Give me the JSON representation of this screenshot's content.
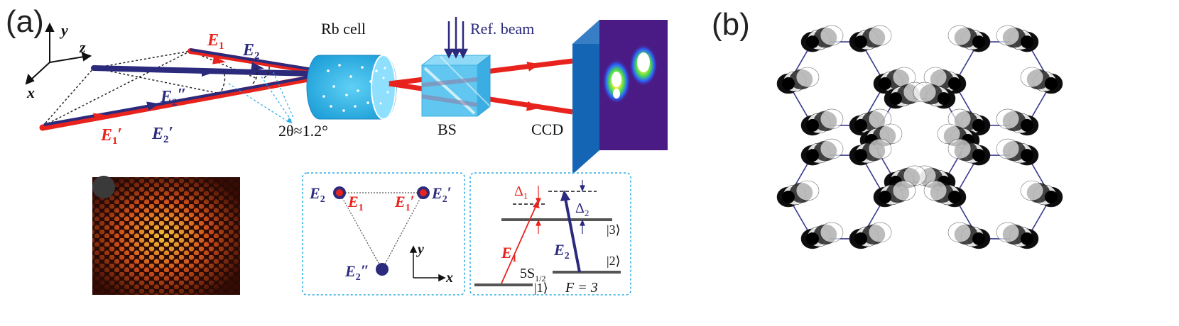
{
  "panels": {
    "a": "(a)",
    "b": "(b)"
  },
  "axes3d": {
    "y": "y",
    "z": "z",
    "x": "x"
  },
  "fields": {
    "E1": "E",
    "E1_sub": "1",
    "E2": "E",
    "E2_sub": "2",
    "E2pp": "E",
    "E2pp_sub": "2",
    "E2pp_prime": "″",
    "E1p": "E",
    "E1p_sub": "1",
    "E1p_prime": "′",
    "E2p": "E",
    "E2p_sub": "2",
    "E2p_prime": "′"
  },
  "angle_label": "2θ≈1.2°",
  "rb_cell": "Rb cell",
  "ref_beam": "Ref. beam",
  "bs": "BS",
  "ccd": "CCD",
  "triangle": {
    "axis_y": "y",
    "axis_x": "x"
  },
  "levels": {
    "delta1": "Δ",
    "delta1_sub": "1",
    "delta2": "Δ",
    "delta2_sub": "2",
    "state3": "|3⟩",
    "state2": "|2⟩",
    "state1": "|1⟩",
    "s_half": "5S",
    "s_half_sub": "1/2",
    "F": "F = 3"
  },
  "colors": {
    "red": "#e8231d",
    "navy": "#2b2a7c",
    "cyan": "#29abe2",
    "lattice": "#3a3a8c"
  }
}
